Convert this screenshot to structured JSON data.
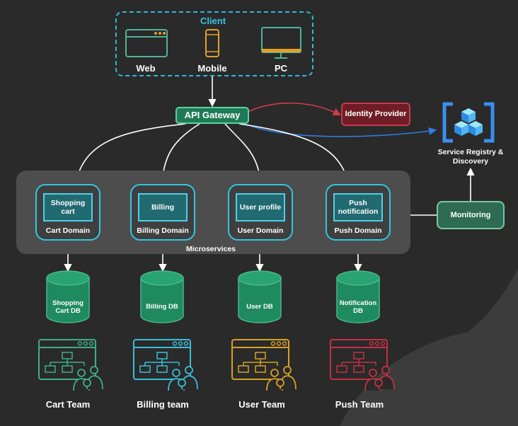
{
  "client": {
    "title": "Client",
    "devices": [
      {
        "label": "Web",
        "icon": "browser-window-icon"
      },
      {
        "label": "Mobile",
        "icon": "mobile-phone-icon"
      },
      {
        "label": "PC",
        "icon": "desktop-monitor-icon"
      }
    ]
  },
  "gateway": {
    "label": "API Gateway"
  },
  "identity_provider": {
    "label": "Identity Provider"
  },
  "service_registry": {
    "label_line1": "Service Registry &",
    "label_line2": "Discovery",
    "icon": "service-registry-icon"
  },
  "monitoring": {
    "label": "Monitoring"
  },
  "microservices": {
    "label": "Microservices",
    "domains": [
      {
        "service": "Shopping cart",
        "domain": "Cart Domain",
        "db_line1": "Shopping",
        "db_line2": "Cart DB",
        "team": "Cart Team",
        "team_color": "#3fae88"
      },
      {
        "service": "Billing",
        "domain": "Billing Domain",
        "db_line1": "Billing DB",
        "db_line2": "",
        "team": "Billing team",
        "team_color": "#38bfd8"
      },
      {
        "service": "User profile",
        "domain": "User Domain",
        "db_line1": "User DB",
        "db_line2": "",
        "team": "User Team",
        "team_color": "#d6a126"
      },
      {
        "service": "Push notification",
        "domain": "Push Domain",
        "db_line1": "Notification",
        "db_line2": "DB",
        "team": "Push Team",
        "team_color": "#c62f45"
      }
    ]
  },
  "colors": {
    "background": "#2a2a2a",
    "accent_cyan": "#2fb8d8",
    "gateway_green": "#1e7a57",
    "db_green": "#1f8a60",
    "idp_red": "#6e1c25",
    "registry_blue": "#2a6fd1"
  }
}
